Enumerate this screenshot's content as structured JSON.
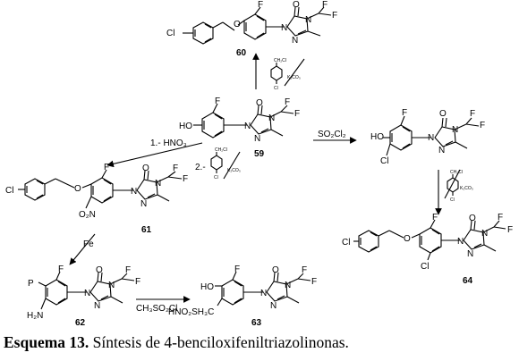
{
  "caption": {
    "bold": "Esquema 13.",
    "text": " Síntesis de 4-benciloxifeniltriazolinonas."
  },
  "compounds": {
    "c60": {
      "number": "60",
      "atoms": {
        "cl": "Cl",
        "o": "O",
        "f": "F",
        "n1": "N",
        "n2": "N",
        "n3": "N",
        "carbonyl_o": "O",
        "cf1": "F",
        "cf2": "F"
      }
    },
    "c59": {
      "number": "59",
      "atoms": {
        "ho": "HO",
        "f": "F",
        "n1": "N",
        "n2": "N",
        "n3": "N",
        "carbonyl_o": "O",
        "cf1": "F",
        "cf2": "F"
      }
    },
    "c61": {
      "number": "61",
      "atoms": {
        "cl": "Cl",
        "o": "O",
        "f": "F",
        "no2": "O₂N",
        "n1": "N",
        "n2": "N",
        "n3": "N",
        "carbonyl_o": "O",
        "cf1": "F",
        "cf2": "F"
      }
    },
    "c62": {
      "number": "62",
      "atoms": {
        "p": "P",
        "h2n": "H₂N",
        "f": "F",
        "n1": "N",
        "n2": "N",
        "n3": "N",
        "carbonyl_o": "O",
        "cf1": "F",
        "cf2": "F"
      }
    },
    "c63": {
      "number": "63",
      "atoms": {
        "ho": "HO",
        "f": "F",
        "side": "HNO₂SH₃C",
        "n1": "N",
        "n2": "N",
        "n3": "N",
        "carbonyl_o": "O",
        "cf1": "F",
        "cf2": "F"
      }
    },
    "c64": {
      "number": "64",
      "atoms": {
        "cl": "Cl",
        "ringcl": "Cl",
        "o": "O",
        "f": "F",
        "n1": "N",
        "n2": "N",
        "n3": "N",
        "carbonyl_o": "O",
        "cf1": "F",
        "cf2": "F"
      }
    }
  },
  "reagents": {
    "r1": "1.- HNO₃",
    "r2": "2.-",
    "so2cl2": "SO₂Cl₂",
    "fe": "Fe",
    "ch3so2cl": "CH₃SO₂Cl",
    "benzyl_ch2cl": "CH₂Cl",
    "k2co3": "K₂CO₃",
    "benzyl_cl": "Cl"
  }
}
